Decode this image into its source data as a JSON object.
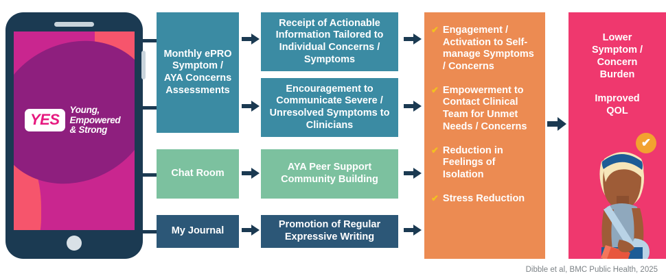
{
  "figure": {
    "citation": "Dibble et al, BMC Public Health, 2025"
  },
  "phone": {
    "logo_mark": "YES",
    "tagline_line1": "Young,",
    "tagline_line2": "Empowered",
    "tagline_line3": "& Strong"
  },
  "features": [
    {
      "id": "monthly-assessments",
      "label": "Monthly ePRO Symptom / AYA Concerns Assessments",
      "color": "#3b8ba3"
    },
    {
      "id": "chat-room",
      "label": "Chat Room",
      "color": "#7cc19f"
    },
    {
      "id": "my-journal",
      "label": "My Journal",
      "color": "#2c5777"
    }
  ],
  "mechanisms": [
    {
      "id": "actionable-information",
      "label": "Receipt of Actionable Information Tailored to Individual Concerns / Symptoms",
      "color": "#3b8ba3"
    },
    {
      "id": "encouragement-communicate",
      "label": "Encouragement to Communicate Severe / Unresolved Symptoms to Clinicians",
      "color": "#3b8ba3"
    },
    {
      "id": "peer-support",
      "label": "AYA Peer Support Community Building",
      "color": "#7cc19f"
    },
    {
      "id": "expressive-writing",
      "label": "Promotion of Regular Expressive Writing",
      "color": "#2c5777"
    }
  ],
  "outcomes": {
    "panel_color": "#ec8b52",
    "check_glyph": "✔",
    "items": [
      {
        "id": "engagement-activation",
        "label": "Engagement / Activation to Self-manage Symptoms / Concerns"
      },
      {
        "id": "empowerment-contact",
        "label": "Empowerment to Contact Clinical Team for Unmet Needs / Concerns"
      },
      {
        "id": "reduction-isolation",
        "label": "Reduction in Feelings of Isolation"
      },
      {
        "id": "stress-reduction",
        "label": "Stress Reduction"
      }
    ]
  },
  "impact": {
    "panel_color": "#ef386e",
    "line1": "Lower",
    "line2": "Symptom /",
    "line3": "Concern",
    "line4": "Burden",
    "line5": "Improved",
    "line6": "QOL",
    "badge_glyph": "✔"
  }
}
